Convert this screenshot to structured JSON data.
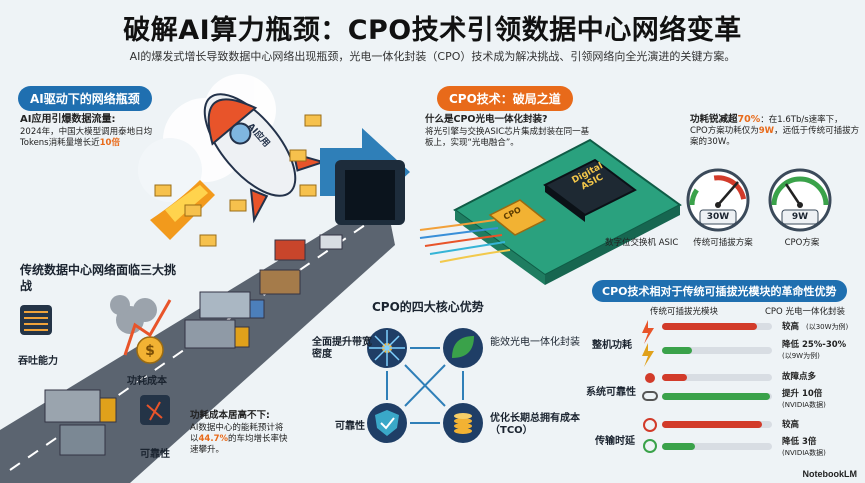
{
  "header": {
    "title": "破解AI算力瓶颈：CPO技术引领数据中心网络变革",
    "subtitle": "AI的爆发式增长导致数据中心网络出现瓶颈，光电一体化封装（CPO）技术成为解决挑战、引领网络向全光演进的关键方案。"
  },
  "left": {
    "section_title": "AI驱动下的网络瓶颈",
    "traffic_heading": "AI应用引爆数据流量:",
    "traffic_body": "2024年，中国大模型调用泰地日均Tokens消耗量增长近",
    "traffic_highlight": "10倍",
    "rocket_label": "AI应用",
    "challenges_title": "传统数据中心网络面临三大挑战",
    "challenge_throughput": "吞吐能力",
    "challenge_power": "功耗成本",
    "challenge_reliability": "可靠性",
    "power_heading": "功耗成本居高不下:",
    "power_body_1": "AI数据中心的能耗预计将以",
    "power_highlight": "44.7%",
    "power_body_2": "的车均增长率快速攀升。"
  },
  "right": {
    "section_title": "CPO技术：破局之道",
    "what_heading": "什么是CPO光电一体化封装?",
    "what_body": "将光引擎与交换ASIC芯片集成封装在同一基板上，实现“光电融合”。",
    "chip_asic_label": "Digital ASIC",
    "chip_cpo_label": "CPO",
    "chip_caption": "数字位交换机 ASIC",
    "power_heading": "功耗锐减超",
    "power_heading_pct": "70%",
    "power_body_1": "：在1.6Tb/s速率下，CPO方案功耗仅为",
    "power_body_hl": "9W",
    "power_body_2": "，远低于传统可插拔方案的30W。",
    "gauge_left_value": "30W",
    "gauge_left_label": "传统可插拔方案",
    "gauge_right_value": "9W",
    "gauge_right_label": "CPO方案"
  },
  "advantages": {
    "title": "CPO的四大核心优势",
    "item_bandwidth": "全面提升带宽密度",
    "item_energy": "能效光电一体化封装",
    "item_reliability": "可靠性",
    "item_tco": "优化长期总拥有成本（TCO）"
  },
  "compare": {
    "title": "CPO技术相对于传统可插拔光模块的革命性优势",
    "col_left": "传统可插拔光模块",
    "col_right": "CPO 光电一体化封装",
    "rows": [
      {
        "label": "整机功耗",
        "line1": "较高",
        "line1_note": "(以30W为例)",
        "line2": "降低 25%-30%",
        "line2_note": "(以9W为例)"
      },
      {
        "label": "系统可靠性",
        "line1": "故障点多",
        "line1_note": "",
        "line2": "提升 10倍",
        "line2_note": "(NVIDIA数据)"
      },
      {
        "label": "传输时延",
        "line1": "较高",
        "line1_note": "",
        "line2": "降低 3倍",
        "line2_note": "(NVIDIA数据)"
      }
    ]
  },
  "brand": "NotebookLM",
  "colors": {
    "blue": "#1f6fb0",
    "orange": "#e86a1a",
    "green": "#3aa24a",
    "red": "#d23b2a"
  }
}
